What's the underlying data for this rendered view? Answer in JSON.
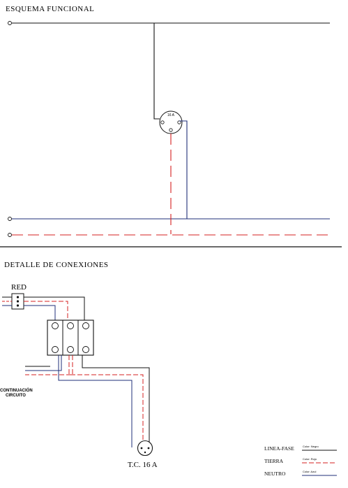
{
  "sections": {
    "functional_title": "ESQUEMA FUNCIONAL",
    "connections_title": "DETALLE DE CONEXIONES"
  },
  "socket_rating": "16 A",
  "supply_label": "RED",
  "continuation_label": [
    "CONTINUACIÓN",
    "CIRCUITO"
  ],
  "socket_caption": "T.C. 16 A",
  "legend": [
    {
      "label": "LINEA-FASE",
      "note": "Color: Negro",
      "color": "#111111"
    },
    {
      "label": "TIERRA",
      "note": "Color: Rojo",
      "color": "#d42020"
    },
    {
      "label": "NEUTRO",
      "note": "Color: Azul",
      "color": "#1f2f78"
    }
  ],
  "colors": {
    "phase": "#111111",
    "earth": "#d42020",
    "neutral": "#1f2f78"
  }
}
